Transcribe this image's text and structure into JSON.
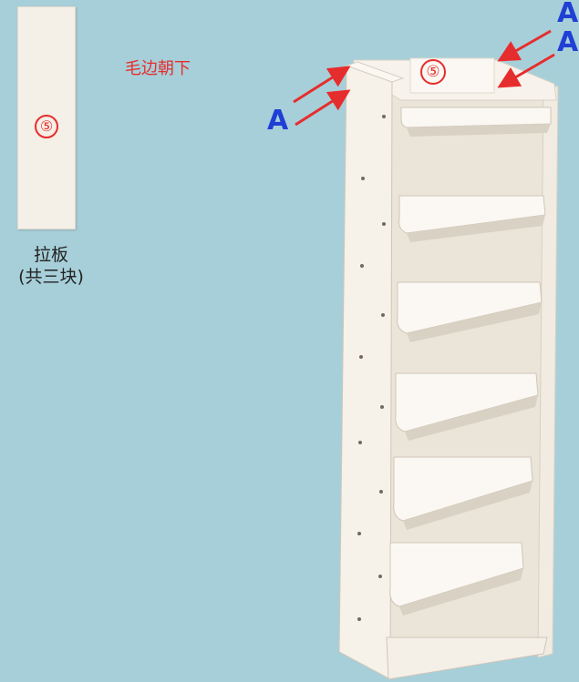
{
  "pull_board": {
    "number": "⑤",
    "caption_line1": "拉板",
    "caption_line2": "(共三块)"
  },
  "note": "毛边朝下",
  "top_panel_number": "⑤",
  "labels": {
    "a_left": "A",
    "a_top_right": "A",
    "a_mid_right": "A"
  },
  "colors": {
    "background": "#a7cfd9",
    "board": "#f4efe7",
    "annotation_red": "#e62d2d",
    "label_blue": "#1f3fd6"
  }
}
